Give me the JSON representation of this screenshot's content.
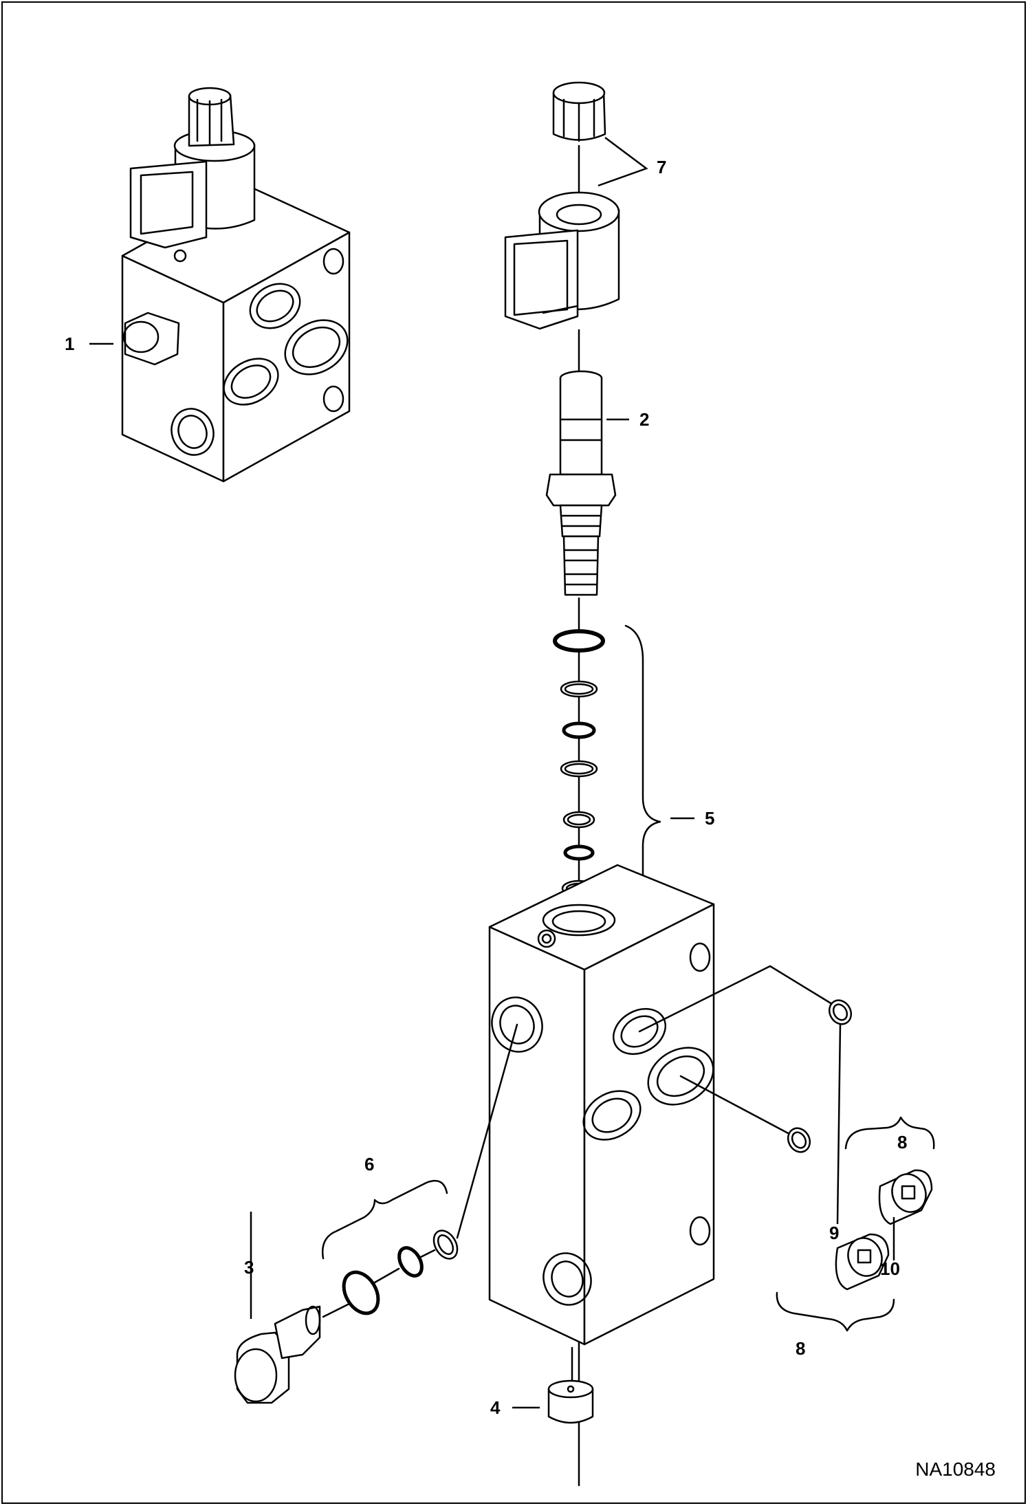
{
  "callouts": {
    "c1": "1",
    "c2": "2",
    "c3": "3",
    "c4": "4",
    "c5": "5",
    "c6": "6",
    "c7": "7",
    "c8a": "8",
    "c8b": "8",
    "c9": "9",
    "c10": "10"
  },
  "drawing_number": "NA10848",
  "colors": {
    "line": "#000000",
    "background": "#ffffff"
  }
}
